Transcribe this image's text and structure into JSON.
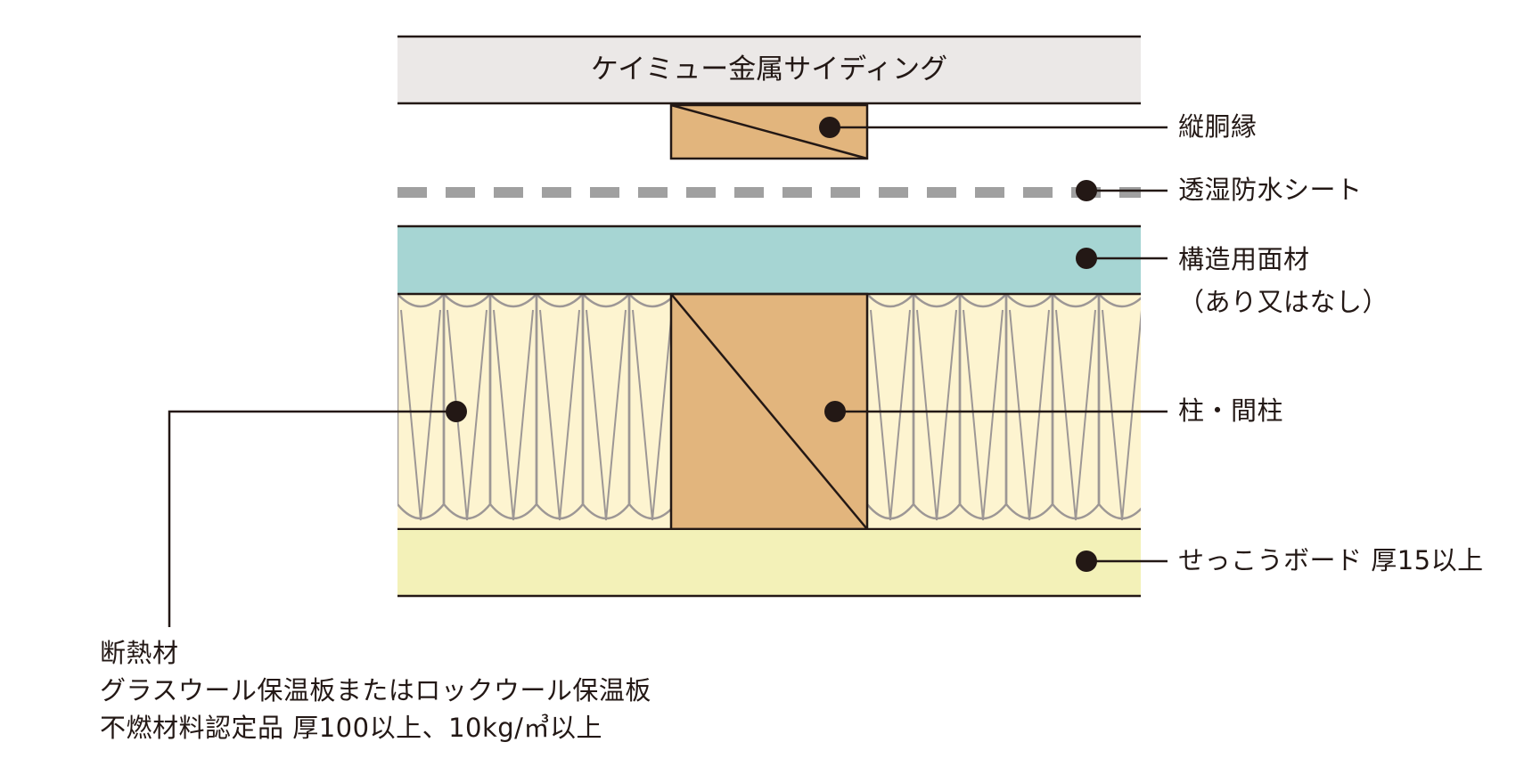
{
  "layers": {
    "siding": "ケイミュー金属サイディング"
  },
  "callouts": {
    "furring": "縦胴縁",
    "membrane": "透湿防水シート",
    "sheathing_line1": "構造用面材",
    "sheathing_line2": "（あり又はなし）",
    "post": "柱・間柱",
    "gypsum": "せっこうボード 厚15以上"
  },
  "insulation_note": {
    "title": "断熱材",
    "line1": "グラスウール保温板またはロックウール保温板",
    "line2": "不燃材料認定品 厚100以上、10kg/㎥以上"
  },
  "colors": {
    "siding_fill": "#ebe8e7",
    "wood_fill": "#e2b57d",
    "sheathing_fill": "#a6d5d3",
    "insulation_fill": "#fdf4d0",
    "insulation_stroke": "#9d9795",
    "gypsum_fill": "#f3f1b8",
    "membrane_dash": "#a0a0a0",
    "line": "#231815"
  }
}
